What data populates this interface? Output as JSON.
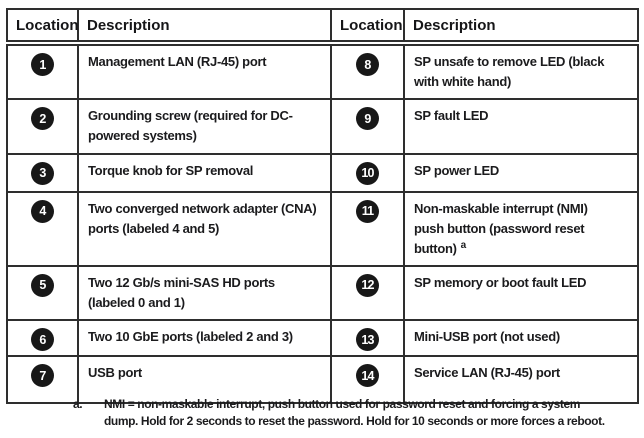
{
  "table": {
    "headers": [
      "Location",
      "Description",
      "Location",
      "Description"
    ],
    "rows": [
      {
        "left_num": "1",
        "left_desc": "Management LAN (RJ-45) port",
        "right_num": "8",
        "right_desc": "SP unsafe to remove LED (black\nwith white hand)"
      },
      {
        "left_num": "2",
        "left_desc": "Grounding screw (required for DC-\npowered systems)",
        "right_num": "9",
        "right_desc": "SP fault LED"
      },
      {
        "left_num": "3",
        "left_desc": "Torque knob for SP removal",
        "right_num": "10",
        "right_desc": "SP power LED"
      },
      {
        "left_num": "4",
        "left_desc": "Two converged network adapter (CNA)\nports (labeled 4 and 5)",
        "right_num": "11",
        "right_desc": "Non-maskable interrupt (NMI)\npush button (password reset\nbutton)",
        "right_sup": "a"
      },
      {
        "left_num": "5",
        "left_desc": "Two 12 Gb/s mini-SAS HD ports\n(labeled 0 and 1)",
        "right_num": "12",
        "right_desc": "SP memory or boot fault LED"
      },
      {
        "left_num": "6",
        "left_desc": "Two 10 GbE ports (labeled 2 and 3)",
        "right_num": "13",
        "right_desc": "Mini-USB port (not used)"
      },
      {
        "left_num": "7",
        "left_desc": "USB port",
        "right_num": "14",
        "right_desc": "Service LAN (RJ-45) port"
      }
    ]
  },
  "footnote": {
    "marker": "a.",
    "text": "NMI = non-maskable interrupt, push button used for password reset and forcing a system\ndump. Hold for 2 seconds to reset the password. Hold for 10 seconds or more forces a reboot."
  },
  "colors": {
    "border": "#2e2e2e",
    "text": "#1b1b1d",
    "badge_background": "#181818",
    "badge_text": "#ffffff",
    "page_background": "#ffffff"
  }
}
